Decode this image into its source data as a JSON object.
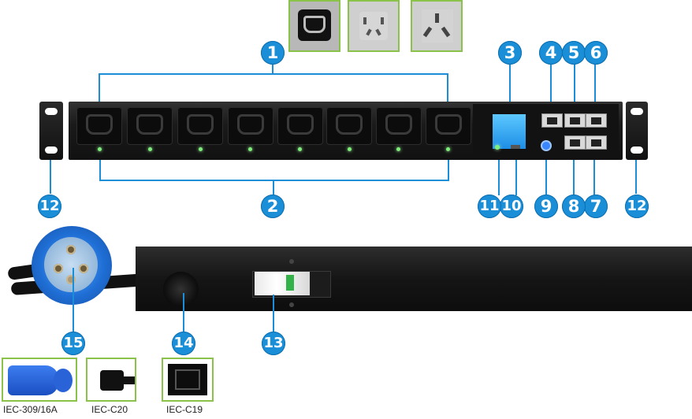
{
  "callouts": [
    "1",
    "2",
    "3",
    "4",
    "5",
    "6",
    "7",
    "8",
    "9",
    "10",
    "11",
    "12",
    "12",
    "13",
    "14",
    "15"
  ],
  "captions": {
    "iec309": "IEC-309/16A",
    "c20": "IEC-C20",
    "c19": "IEC-C19"
  },
  "colors": {
    "callout": "#1a8fd8",
    "thumb_border": "#8bc24a",
    "led": "#7ef07a",
    "lcd": "#2a9ff0"
  },
  "icons": [
    "iec-c13-socket-icon",
    "universal-socket-icon",
    "chinese-socket-icon",
    "iec309-plug-icon",
    "iec-c20-plug-icon",
    "iec-c19-socket-icon"
  ]
}
